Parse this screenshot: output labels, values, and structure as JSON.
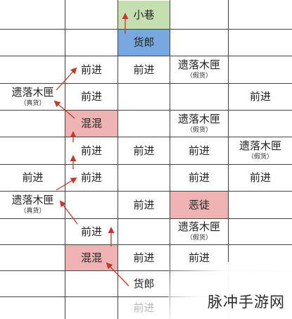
{
  "cells": [
    {
      "row": 0,
      "col": 2,
      "text": "小巷",
      "sub": "",
      "fill": "green"
    },
    {
      "row": 1,
      "col": 2,
      "text": "货郎",
      "sub": "",
      "fill": "blue"
    },
    {
      "row": 2,
      "col": 1,
      "text": "前进",
      "sub": ""
    },
    {
      "row": 2,
      "col": 2,
      "text": "前进",
      "sub": ""
    },
    {
      "row": 2,
      "col": 3,
      "text": "遗落木匣",
      "sub": "（假货）"
    },
    {
      "row": 3,
      "col": 0,
      "text": "遗落木匣",
      "sub": "（真货）"
    },
    {
      "row": 3,
      "col": 1,
      "text": "前进",
      "sub": ""
    },
    {
      "row": 3,
      "col": 4,
      "text": "前进",
      "sub": ""
    },
    {
      "row": 4,
      "col": 1,
      "text": "混混",
      "sub": "",
      "fill": "pink"
    },
    {
      "row": 4,
      "col": 3,
      "text": "遗落木匣",
      "sub": "（假货）"
    },
    {
      "row": 5,
      "col": 1,
      "text": "前进",
      "sub": ""
    },
    {
      "row": 5,
      "col": 2,
      "text": "前进",
      "sub": ""
    },
    {
      "row": 5,
      "col": 3,
      "text": "前进",
      "sub": ""
    },
    {
      "row": 5,
      "col": 4,
      "text": "遗落木匣",
      "sub": "（假货）"
    },
    {
      "row": 6,
      "col": 0,
      "text": "前进",
      "sub": ""
    },
    {
      "row": 6,
      "col": 1,
      "text": "前进",
      "sub": ""
    },
    {
      "row": 6,
      "col": 3,
      "text": "前进",
      "sub": ""
    },
    {
      "row": 6,
      "col": 4,
      "text": "前进",
      "sub": ""
    },
    {
      "row": 7,
      "col": 0,
      "text": "遗落木匣",
      "sub": "（真货）"
    },
    {
      "row": 7,
      "col": 2,
      "text": "前进",
      "sub": ""
    },
    {
      "row": 7,
      "col": 3,
      "text": "恶徒",
      "sub": "",
      "fill": "pink"
    },
    {
      "row": 8,
      "col": 1,
      "text": "前进",
      "sub": ""
    },
    {
      "row": 8,
      "col": 3,
      "text": "遗落木匣",
      "sub": "（假货）"
    },
    {
      "row": 9,
      "col": 1,
      "text": "混混",
      "sub": "",
      "fill": "pink"
    },
    {
      "row": 9,
      "col": 2,
      "text": "前进",
      "sub": ""
    },
    {
      "row": 9,
      "col": 3,
      "text": "前进",
      "sub": ""
    },
    {
      "row": 10,
      "col": 2,
      "text": "货郎",
      "sub": ""
    },
    {
      "row": 11,
      "col": 2,
      "text": "前进",
      "sub": "",
      "faded": true
    }
  ],
  "colors": {
    "green": "#c6dfb1",
    "blue": "#78a8df",
    "pink": "#f0b3b3",
    "arrow": "#c0392b",
    "grid": "#444444"
  },
  "watermark": {
    "text": "脉冲手游网"
  }
}
